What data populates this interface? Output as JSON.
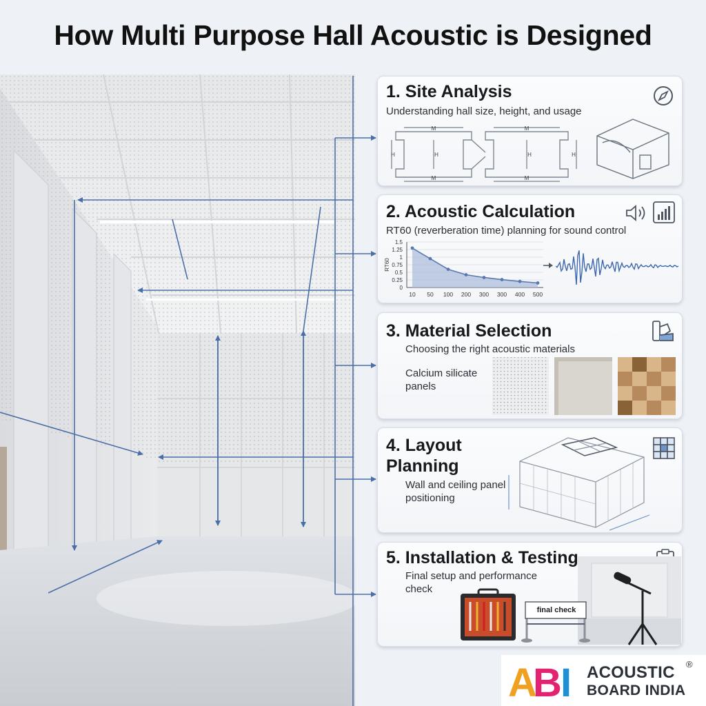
{
  "title": "How Multi Purpose Hall Acoustic is Designed",
  "steps": [
    {
      "heading": "1. Site Analysis",
      "description": "Understanding hall size, height, and usage",
      "icon": "compass-icon",
      "dimension_labels": [
        "M",
        "H",
        "M",
        "H",
        "H",
        "H",
        "M",
        "M"
      ]
    },
    {
      "heading": "2. Acoustic Calculation",
      "description": "RT60 (reverberation time) planning for sound control",
      "icon": "speaker-icon"
    },
    {
      "heading": "3. Material Selection",
      "description": "Choosing the right acoustic materials",
      "material_label": "Calcium silicate panels",
      "icon": "swatch-icon"
    },
    {
      "heading": "4. Layout Planning",
      "description": "Wall and ceiling panel positioning",
      "icon": "grid-icon"
    },
    {
      "heading": "5. Installation & Testing",
      "description": "Final setup and performance check",
      "sign_label": "final check",
      "icon": "clipboard-icon"
    }
  ],
  "chart_data": {
    "type": "line",
    "ylabel": "RT60",
    "categories": [
      "10",
      "50",
      "100",
      "200",
      "300",
      "300",
      "400",
      "500"
    ],
    "yticks": [
      "0",
      "0.25",
      "0.5",
      "0.75",
      "1",
      "1.25",
      "1.5"
    ],
    "ylim": [
      0,
      1.5
    ],
    "values": [
      1.3,
      0.95,
      0.6,
      0.42,
      0.33,
      0.26,
      0.2,
      0.15
    ],
    "grid": true,
    "color": "#5a78b0"
  },
  "logo": {
    "line1": "ACOUSTIC",
    "line2": "BOARD INDIA",
    "mark": "®",
    "letters": [
      "A",
      "B",
      "I"
    ]
  },
  "colors": {
    "connector": "#4a6ea8",
    "chart_fill": "#aebfdc",
    "logo_a": "#f0a020",
    "logo_b": "#e2236f",
    "logo_i": "#1f8fd6"
  }
}
